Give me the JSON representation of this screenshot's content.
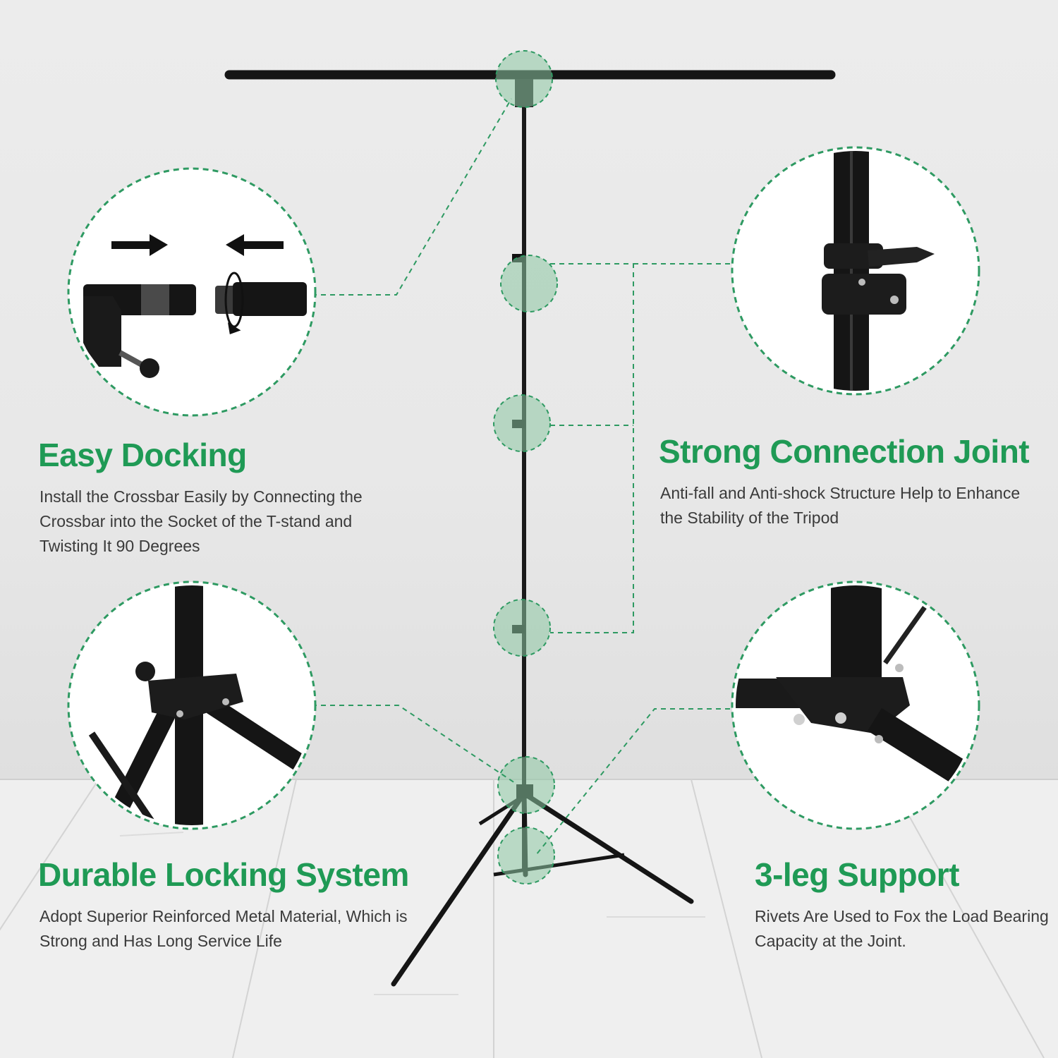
{
  "features": {
    "docking": {
      "title": "Easy Docking",
      "description": "Install the Crossbar Easily by Connecting the Crossbar into the Socket of the T-stand and Twisting It 90 Degrees"
    },
    "joint": {
      "title": "Strong Connection Joint",
      "description": "Anti-fall and Anti-shock Structure Help to Enhance the Stability of the Tripod"
    },
    "locking": {
      "title": "Durable Locking System",
      "description": "Adopt Superior Reinforced Metal Material, Which is Strong and Has Long Service Life"
    },
    "support": {
      "title": "3-leg Support",
      "description": "Rivets Are Used to Fox the Load Bearing Capacity at the Joint."
    }
  },
  "colors": {
    "accent": "#1f9a55",
    "callout_line": "#2e9a62",
    "callout_fill": "#8cc6a2",
    "metal": "#151515",
    "wall": "#e8e8e8",
    "floor": "#efefef"
  },
  "icons": {
    "push_arrows": "arrow-right-icon, arrow-left-icon",
    "twist": "rotate-icon"
  }
}
